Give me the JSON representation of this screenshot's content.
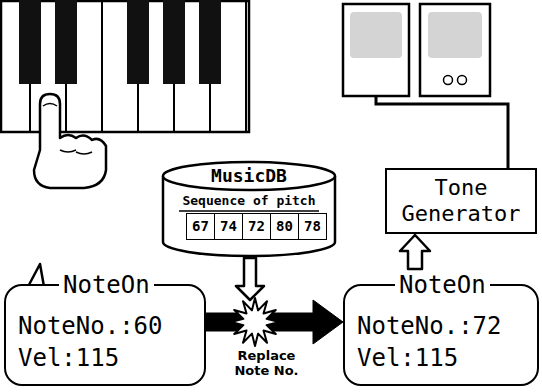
{
  "diagram": {
    "nodes": [
      {
        "text": [
          "MusicDB",
          "Sequence of pitch"
        ]
      },
      {
        "text": [
          "67"
        ],
        "in": 0
      },
      {
        "text": [
          "74"
        ],
        "in": 0
      },
      {
        "text": [
          "72"
        ],
        "in": 0
      },
      {
        "text": [
          "80"
        ],
        "in": 0
      },
      {
        "text": [
          "78"
        ],
        "in": 0
      },
      {
        "text": [
          "Tone Generator"
        ]
      },
      {
        "text": [
          "NoteOn",
          "NoteNo.:60",
          "Vel:115"
        ]
      },
      {
        "text": [
          "NoteOn",
          "NoteNo.:72",
          "Vel:115"
        ]
      }
    ],
    "edges": [
      {
        "from": 7,
        "to": 8,
        "label": "Replace Note No.",
        "arrow": "to"
      },
      {
        "from": 8,
        "to": 6,
        "arrow": "to"
      }
    ]
  }
}
